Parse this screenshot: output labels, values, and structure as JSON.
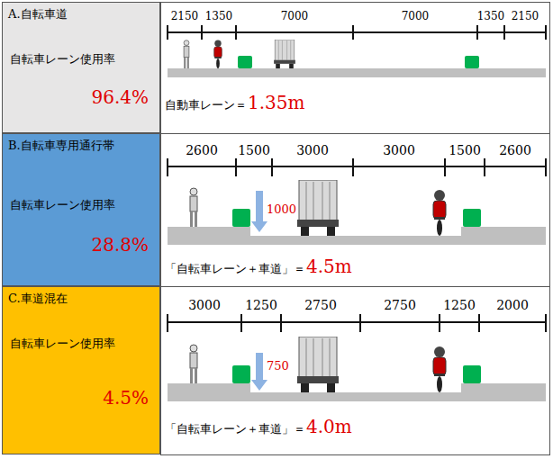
{
  "diagram": {
    "nodes": [
      {
        "text": [
          "A.自転車道",
          "自転車レーン使用率",
          "96.4%"
        ]
      },
      {
        "text": [
          "B.自転車専用通行帯",
          "自転車レーン使用率",
          "28.8%"
        ]
      },
      {
        "text": [
          "C.車道混在",
          "自転車レーン使用率",
          "4.5%"
        ]
      }
    ],
    "labels": [
      "2150",
      "1350",
      "7000",
      "7000",
      "1350",
      "2150",
      "自動車レーン＝",
      "1.35m",
      "2600",
      "1500",
      "3000",
      "3000",
      "1500",
      "2600",
      "1000",
      "「自転車レーン＋車道」＝",
      "4.5m",
      "3000",
      "1250",
      "2750",
      "2750",
      "1250",
      "2000",
      "750",
      "「自転車レーン＋車道」＝",
      "4.0m"
    ]
  }
}
